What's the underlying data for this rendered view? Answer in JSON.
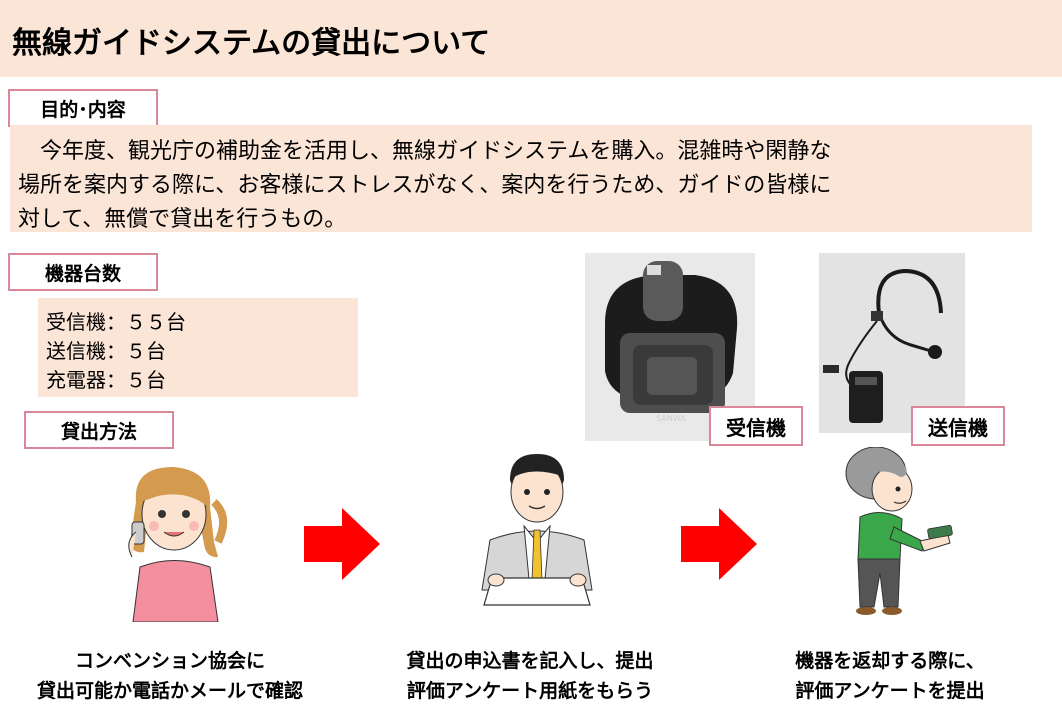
{
  "title": "無線ガイドシステムの貸出について",
  "purpose": {
    "label": "目的･内容",
    "lines": [
      "　今年度、観光庁の補助金を活用し、無線ガイドシステムを購入。混雑時や閑静な",
      "場所を案内する際に、お客様にストレスがなく、案内を行うため、ガイドの皆様に",
      "対して、無償で貸出を行うもの。"
    ]
  },
  "devices": {
    "label": "機器台数",
    "items": [
      "受信機：５５台",
      "送信機：５台",
      "充電器：５台"
    ]
  },
  "method": {
    "label": "貸出方法"
  },
  "photos": {
    "receiver_label": "受信機",
    "transmitter_label": "送信機",
    "receiver_brand": "SANWA"
  },
  "steps": [
    {
      "line1": "コンベンション協会に",
      "line2": "貸出可能か電話かメールで確認"
    },
    {
      "line1": "貸出の申込書を記入し、提出",
      "line2": "評価アンケート用紙をもらう"
    },
    {
      "line1": "機器を返却する際に、",
      "line2": "評価アンケートを提出"
    }
  ],
  "colors": {
    "panel_bg": "#fbe5d6",
    "label_border": "#d9889a",
    "arrow": "#ff0000"
  }
}
